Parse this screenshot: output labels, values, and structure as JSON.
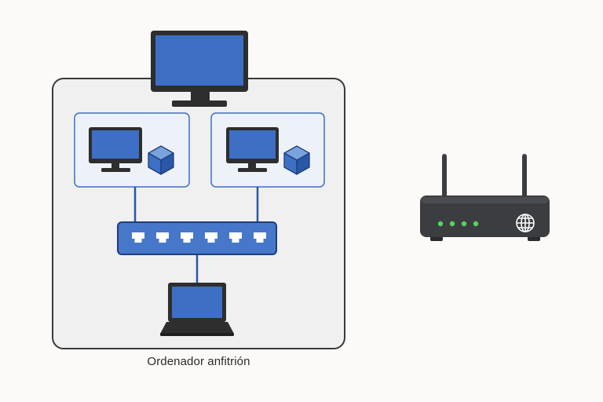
{
  "diagram": {
    "host_label": "Ordenador anfitrión",
    "colors": {
      "background": "#fbfaf8",
      "host_fill": "#f0f0f0",
      "outline": "#3a3a3a",
      "vm_box_fill": "#edf2f8",
      "accent_blue": "#3d6fc4",
      "switch_blue": "#4677c9",
      "router_body": "#3b3d41",
      "led_green": "#56d35a"
    },
    "icons": {
      "host_monitor": "monitor-icon",
      "vm_monitor": "monitor-icon",
      "vm_badge": "cube-icon",
      "switch": "network-switch-icon",
      "laptop": "laptop-icon",
      "router": "router-icon",
      "router_globe": "globe-icon"
    },
    "switch_port_count": 6,
    "router_led_count": 4
  }
}
